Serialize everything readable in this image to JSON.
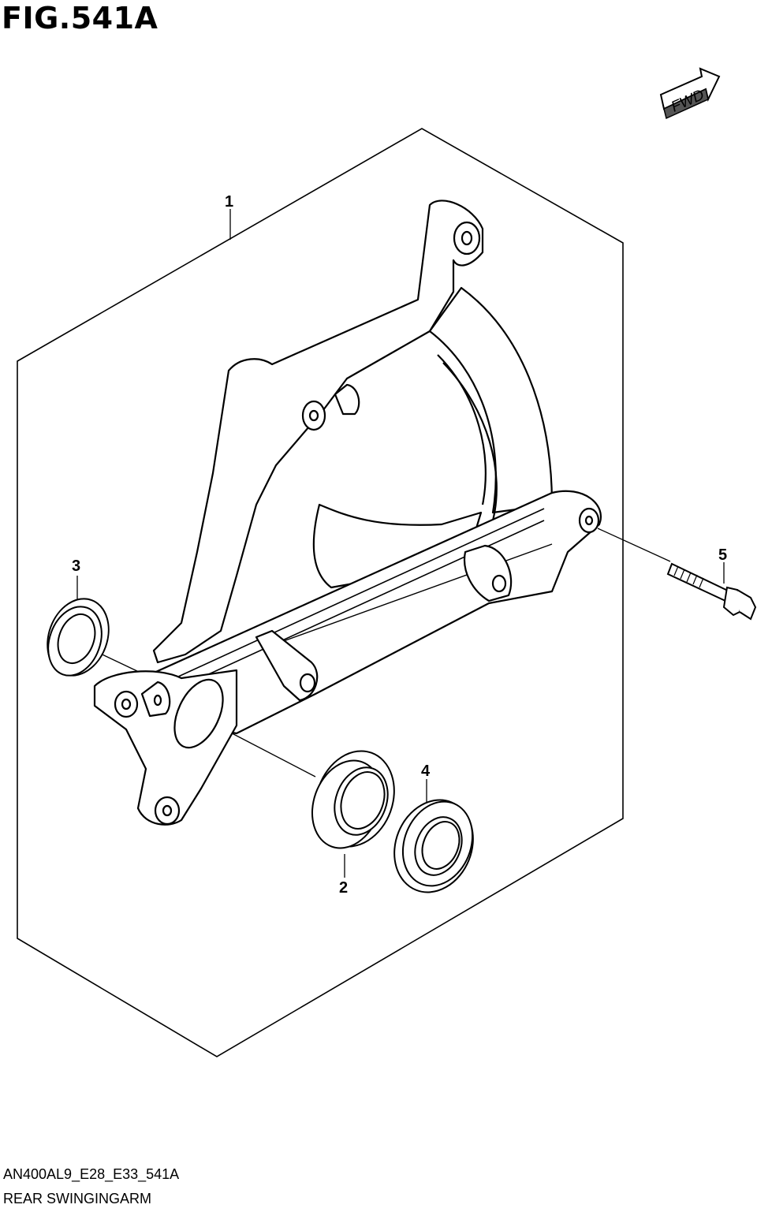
{
  "figure": {
    "title": "FIG.541A"
  },
  "direction": {
    "label": "FWD"
  },
  "callouts": [
    {
      "number": "1",
      "part": "rear-swingarm"
    },
    {
      "number": "2",
      "part": "bearing"
    },
    {
      "number": "3",
      "part": "oil-seal-left"
    },
    {
      "number": "4",
      "part": "oil-seal-right"
    },
    {
      "number": "5",
      "part": "bolt"
    }
  ],
  "footer": {
    "code": "AN400AL9_E28_E33_541A",
    "name": "REAR SWINGINGARM"
  }
}
